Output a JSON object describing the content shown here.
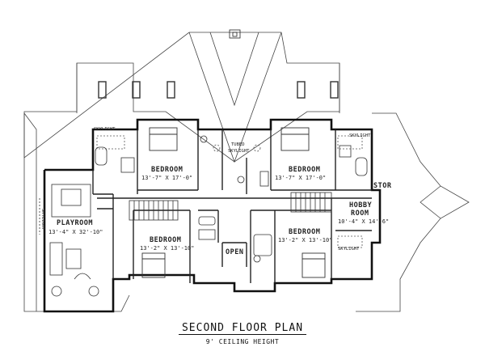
{
  "plan": {
    "title": "SECOND FLOOR PLAN",
    "subtitle": "9' CEILING HEIGHT"
  },
  "rooms": {
    "bedroom_nw": {
      "name": "BEDROOM",
      "dims": "13'-7\" X 17'-0\""
    },
    "bedroom_ne": {
      "name": "BEDROOM",
      "dims": "13'-7\" X 17'-0\""
    },
    "bedroom_sw": {
      "name": "BEDROOM",
      "dims": "13'-2\" X 13'-10\""
    },
    "bedroom_se": {
      "name": "BEDROOM",
      "dims": "13'-2\" X 13'-10\""
    },
    "playroom": {
      "name": "PLAYROOM",
      "dims": "13'-4\" X 32'-10\""
    },
    "hobby_room": {
      "name_line1": "HOBBY",
      "name_line2": "ROOM",
      "dims": "10'-4\" X 14'-6\""
    },
    "open": {
      "name": "OPEN"
    },
    "stor": {
      "name": "STOR"
    }
  },
  "notes": {
    "skylight_nw": "SKYLIGHT",
    "skylight_ne": "SKYLIGHT",
    "skylight_w": "SKYLIGHT",
    "skylight_se": "SKYLIGHT",
    "tubed_line1": "TUBED",
    "tubed_line2": "SKYLIGHT"
  }
}
